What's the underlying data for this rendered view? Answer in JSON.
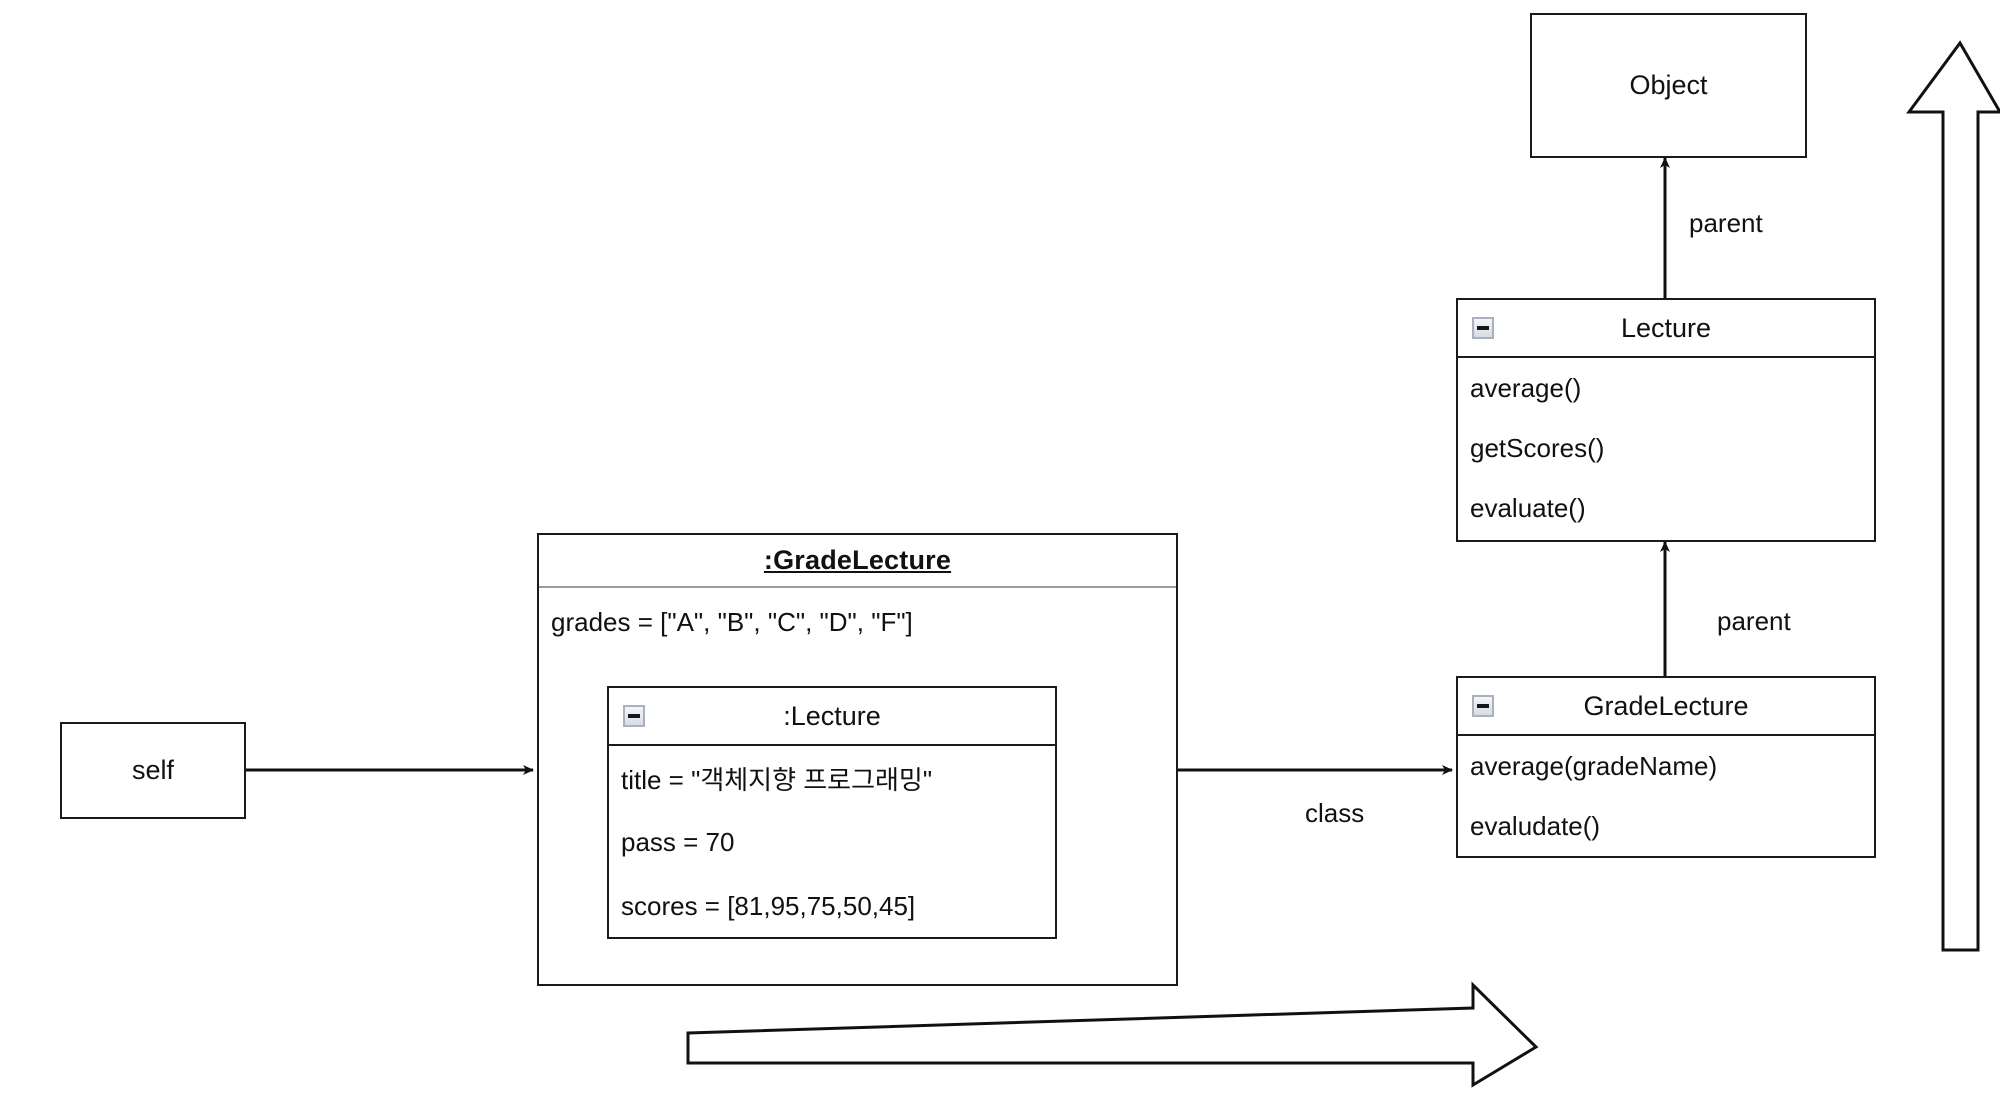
{
  "diagram": {
    "title": "Python object model: self / class / parent chain",
    "type": "uml-object-class-diagram",
    "background_color": "#ffffff",
    "line_color": "#1a1a1a",
    "text_color": "#111111"
  },
  "boxes": {
    "self": {
      "label": "self"
    },
    "object_class": {
      "label": "Object"
    },
    "lecture_class": {
      "header": "Lecture",
      "collapse_icon": "collapse-minus-icon",
      "methods": [
        "average()",
        "getScores()",
        "evaluate()"
      ]
    },
    "gradelecture_class": {
      "header": "GradeLecture",
      "collapse_icon": "collapse-minus-icon",
      "methods": [
        "average(gradeName)",
        "evaludate()"
      ]
    },
    "gradelecture_object": {
      "header": ":GradeLecture",
      "attributes": [
        "grades = [\"A\", \"B\", \"C\", \"D\", \"F\"]"
      ]
    },
    "lecture_object": {
      "header": ":Lecture",
      "collapse_icon": "collapse-minus-icon",
      "attributes": [
        "title = \"객체지향 프로그래밍\"",
        "pass = 70",
        "scores = [81,95,75,50,45]"
      ]
    }
  },
  "edges": [
    {
      "name": "self-to-object",
      "label": ""
    },
    {
      "name": "object-to-class",
      "label": "class"
    },
    {
      "name": "gradelecture-to-lecture",
      "label": "parent"
    },
    {
      "name": "lecture-to-object",
      "label": "parent"
    }
  ],
  "labels": {
    "class": "class",
    "parent_upper": "parent",
    "parent_lower": "parent"
  },
  "block_arrows": [
    {
      "name": "vertical-block-arrow",
      "direction": "up"
    },
    {
      "name": "horizontal-block-arrow",
      "direction": "right"
    }
  ]
}
